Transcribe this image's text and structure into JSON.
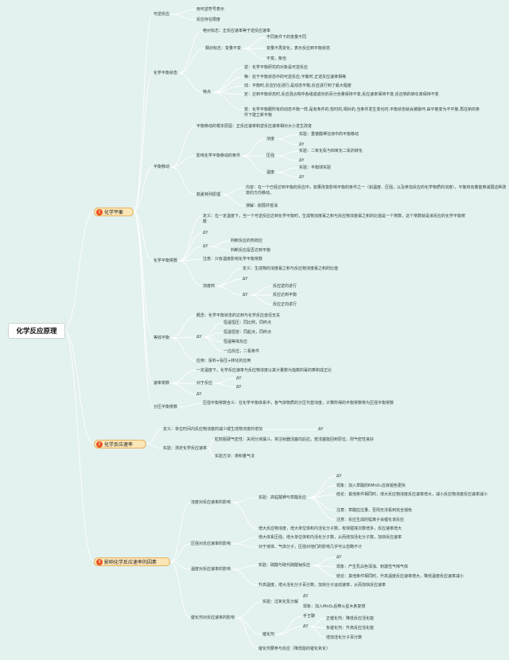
{
  "root": "化学反应原理",
  "main": [
    {
      "num": "1",
      "label": "化学平衡"
    },
    {
      "num": "2",
      "label": "化学反应速率"
    },
    {
      "num": "3",
      "label": "影响化学反应速率的因素"
    }
  ],
  "n": {
    "kn": "可逆反应",
    "kn_a": "用可逆符号表示",
    "kn_b": "反应存在限度",
    "zt": "化学平衡状态",
    "jd": "绝对标志：正反应速率等于逆反应速率",
    "xd": "相对标志：变量不变",
    "xd_a": "不同条件下的变量不同",
    "xd_b": "变量不再变化，表示反应到平衡状态",
    "xd_c": "不变，衡也",
    "td": "特点",
    "td_a": "逆：化学平衡研究的对象是可逆反应",
    "td_b": "等：处于平衡状态中的可逆反应,平衡时,正逆反应速率相等",
    "td_c": "动：平衡时,反应仍在进行,是动态平衡,反应进行到了最大程度",
    "td_d": "定：达到平衡状态时,反应混合物中各组成成份的百分含量保持不变,反应速率保持不变,反应物的转化率保持不变",
    "td_e": "变：化学平衡跟所有的动态平衡一样,是有条件的,暂时的,相对的,当条件发生变化时,平衡状态就会被破坏,由平衡变为不平衡,再在新的条件下建立新平衡",
    "yd": "平衡移动",
    "yd_a": "平衡移动的根本原因：正反应速率和逆反应速率相对大小发生改变",
    "tj": "影响化学平衡移动的条件",
    "nd": "浓度",
    "nd_a": "实验：重铬酸钾溶液中的平衡移动",
    "nd_b": "ΔY",
    "yl": "压强",
    "yl_a": "实验：二氧化氮与四氧化二氮的转化",
    "yl_b": "ΔY",
    "wd": "温度",
    "wd_a": "实验：平衡球实验",
    "wd_b": "ΔY",
    "lx": "勒夏特列原理",
    "lx_a": "内容：在一个已经达到平衡的反应中，如果改变影响平衡的条件之一（如温度、压强，以及参加反应的化学物质的浓度），平衡将向着能够减弱这种改变的方向移动。",
    "lx_b": "误解：削弱并抵消",
    "cs": "化学平衡常数",
    "cs_a": "定义：在一定温度下，当一个可逆反应达到化学平衡时，生成物浓度幂之积与反应物浓度幂之积的比值是一个常数，这个常数就是该反应的化学平衡常数",
    "cs_b": "ΔY",
    "cs_c": "ΔY",
    "cs_c1": "判断反应的热效应",
    "cs_c2": "判断反应是否达到平衡",
    "cs_d": "注意：只有温度影响化学平衡常数",
    "ns": "浓度商",
    "ns_a": "定义：生成物的浓度幂之积与反应物浓度幂之积的比值",
    "ns_b": "ΔY",
    "ns_c": "ΔY",
    "ns_c1": "反应逆向进行",
    "ns_c2": "反应达到平衡",
    "ns_c3": "反应正向进行",
    "dx": "等效平衡",
    "dx_a": "概念：化学平衡状态的达到与化学反应途径无关",
    "dx_b": "ΔY",
    "dx_b1": "恒温恒压：同比例，同终点",
    "dx_b2": "恒温恒容：同起点，同终点",
    "dx_b3": "恒温等体反应",
    "dx_b4": "一边反应，二看条件",
    "dx_c": "应用：投料+投压+转化的应用",
    "sd": "速率常数",
    "sd_a": "一定温度下，化学反应速率与反应物浓度以其计量数为指数的幂的乘积成正比",
    "sd_b": "对于反应",
    "sd_b1": "ΔY",
    "sd_b2": "ΔY",
    "sd_c": "ΔY",
    "fy": "分压平衡常数",
    "fy_a": "压强平衡常数含义：在化学平衡体系中，各气体物质的分压代替浓度，计算所得的平衡常数称为压强平衡常数",
    "v_a": "定义：单位时间内反应物浓度的减少或生成物浓度的增加",
    "v_a1": "ΔY",
    "v_b": "实验：测定化学反应速率",
    "v_b1": "粒软瓶硬气密性：关闭分液漏斗，将注射器活塞向后拉，若活塞能回到原位，则气密性良好",
    "v_b2": "实验方法：排积量气法",
    "f_nd": "浓度对反应速率的影响",
    "f_nd_a": "实验：高锰酸钾与草酸反应",
    "f_nd_a1": "ΔY",
    "f_nd_a2": "现象：加入草酸的KMnO₄溶液褪色更快",
    "f_nd_a3": "结论：其他条件相同时，增大反应物浓度反应速率增大，减小反应物浓度反应速率减小",
    "f_nd_a4": "注意：草酸应过量，否则无法看到完全褪色",
    "f_nd_a5": "注意：反应生成的锰离子会催化该反应",
    "f_nd_b": "增大反应物浓度，增大单位体积内活化分子数，有效碰撞次数增多，反应速率增大",
    "f_yl": "压强对反应速率的影响",
    "f_yl_a": "增大体系压强，增大单位体积内活化分子数，从而增加活化分子数，加快反应速率",
    "f_yl_b": "对于液体、气体分子，压强对他们的影响几乎可以忽略不计",
    "f_wd": "温度对反应速率的影响",
    "f_wd_a": "实验：硫酸与硫代硫酸钠反应",
    "f_wd_a1": "ΔY",
    "f_wd_a2": "现象：产生乳白色浑浊、刺激性气味气体",
    "f_wd_a3": "结论：其他条件相同时，升高温度反应速率增大，降低温度反应速率减小",
    "f_wd_b": "升高温度，增大活化分子百分数，加快分子运动速率，从而加快反应速率",
    "f_ch": "催化剂对反应速率的影响",
    "f_ch_a": "实验：过氧化氢分解",
    "f_ch_a1": "ΔY",
    "f_ch_a2": "现象：加入MnO₂后带火星木条复燃",
    "f_ch_b": "催化剂",
    "f_ch_b0": "手王聊",
    "f_ch_b1": "ΔY",
    "f_ch_b2": "正催化剂：降低反应活化能",
    "f_ch_b3": "负催化剂：升高反应活化能",
    "f_ch_b4": "增加活化分子百分数",
    "f_ch_c": "催化剂要参与反应（降低能的催化氧化）"
  }
}
